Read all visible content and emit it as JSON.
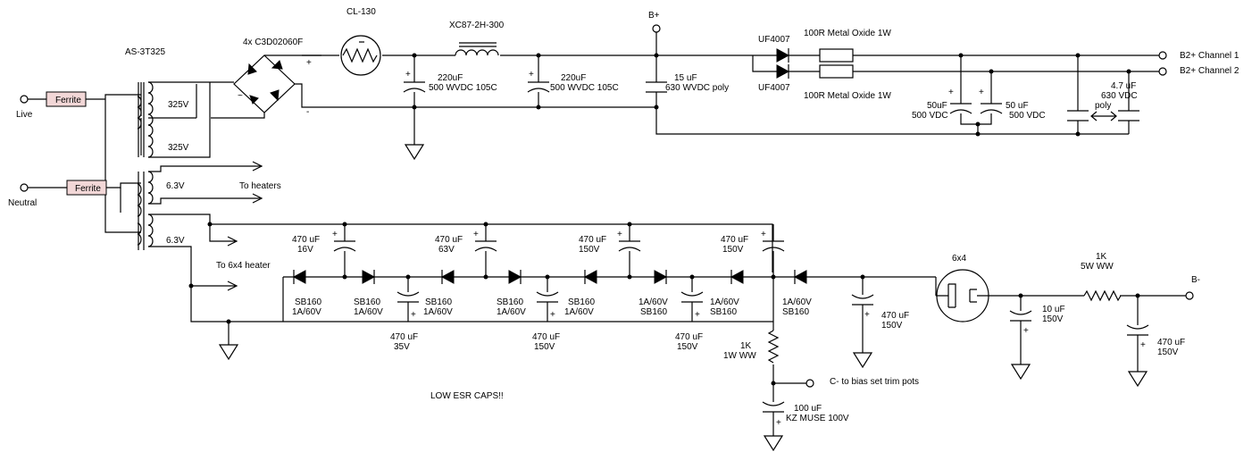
{
  "transformers": {
    "main": "AS-3T325",
    "sec_a": "325V",
    "sec_b": "325V",
    "heat_a": "6.3V",
    "heat_b": "6.3V"
  },
  "mains": {
    "live": "Live",
    "neutral": "Neutral",
    "ferrite": "Ferrite"
  },
  "bridge": {
    "label": "4x C3D02060F",
    "plus": "+",
    "minus": "-",
    "ac": "~"
  },
  "ntc": {
    "label": "CL-130"
  },
  "choke": {
    "label": "XC87-2H-300"
  },
  "caps": {
    "c1": [
      "220uF",
      "500 WVDC 105C"
    ],
    "c2": [
      "220uF",
      "500 WVDC 105C"
    ],
    "c3": [
      "15 uF",
      "630 WVDC poly"
    ],
    "c4": [
      "50uF",
      "500 VDC"
    ],
    "c5": [
      "50 uF",
      "500 VDC"
    ],
    "c6": [
      "4.7 uF",
      "630 VDC",
      "poly"
    ],
    "m1": [
      "470 uF",
      "16V"
    ],
    "m2": [
      "470 uF",
      "63V"
    ],
    "m3": [
      "470 uF",
      "150V"
    ],
    "m4": [
      "470 uF",
      "150V"
    ],
    "b1": [
      "470 uF",
      "35V"
    ],
    "b2": [
      "470 uF",
      "150V"
    ],
    "b3": [
      "470 uF",
      "150V"
    ],
    "f1": [
      "470 uF",
      "150V"
    ],
    "f2": [
      "10 uF",
      "150V"
    ],
    "f3": [
      "470 uF",
      "150V"
    ],
    "kz": [
      "100 uF",
      "KZ MUSE 100V"
    ]
  },
  "bplus": {
    "label": "B+",
    "d1": "UF4007",
    "d2": "UF4007",
    "r1": "100R Metal Oxide 1W",
    "r2": "100R Metal Oxide 1W",
    "out1": "B2+ Channel 1",
    "out2": "B2+ Channel 2"
  },
  "heaters": {
    "to_heaters": "To heaters",
    "to_6x4": "To 6x4 heater"
  },
  "diodes": {
    "d1": [
      "SB160",
      "1A/60V"
    ],
    "d2": [
      "SB160",
      "1A/60V"
    ],
    "d3": [
      "SB160",
      "1A/60V"
    ],
    "d4": [
      "SB160",
      "1A/60V"
    ],
    "d5": [
      "SB160",
      "1A/60V"
    ],
    "d6": [
      "1A/60V",
      "SB160"
    ],
    "d7": [
      "1A/60V",
      "SB160"
    ],
    "d8": [
      "1A/60V",
      "SB160"
    ]
  },
  "notes": {
    "low_esr": "LOW ESR CAPS!!",
    "bias": "C- to bias set trim pots"
  },
  "bias_r": [
    "1K",
    "1W WW"
  ],
  "tube": {
    "label": "6x4"
  },
  "filter_r": [
    "1K",
    "5W WW"
  ],
  "bminus": {
    "label": "B-"
  }
}
